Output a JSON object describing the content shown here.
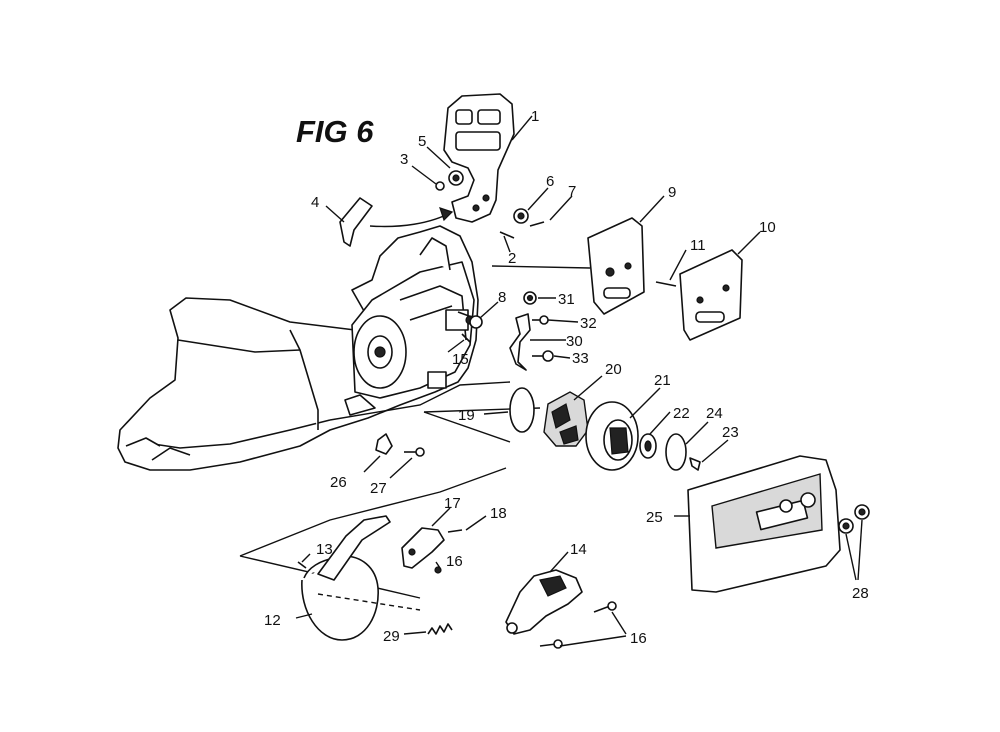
{
  "figure": {
    "title": "FIG 6"
  },
  "callouts": [
    {
      "id": "c1",
      "label": "1"
    },
    {
      "id": "c2",
      "label": "2"
    },
    {
      "id": "c3",
      "label": "3"
    },
    {
      "id": "c4",
      "label": "4"
    },
    {
      "id": "c5",
      "label": "5"
    },
    {
      "id": "c6",
      "label": "6"
    },
    {
      "id": "c7",
      "label": "7"
    },
    {
      "id": "c8",
      "label": "8"
    },
    {
      "id": "c9",
      "label": "9"
    },
    {
      "id": "c10",
      "label": "10"
    },
    {
      "id": "c11",
      "label": "11"
    },
    {
      "id": "c12",
      "label": "12"
    },
    {
      "id": "c13",
      "label": "13"
    },
    {
      "id": "c14",
      "label": "14"
    },
    {
      "id": "c15",
      "label": "15"
    },
    {
      "id": "c16a",
      "label": "16"
    },
    {
      "id": "c16b",
      "label": "16"
    },
    {
      "id": "c17",
      "label": "17"
    },
    {
      "id": "c18",
      "label": "18"
    },
    {
      "id": "c19",
      "label": "19"
    },
    {
      "id": "c20",
      "label": "20"
    },
    {
      "id": "c21",
      "label": "21"
    },
    {
      "id": "c22",
      "label": "22"
    },
    {
      "id": "c23",
      "label": "23"
    },
    {
      "id": "c24",
      "label": "24"
    },
    {
      "id": "c25",
      "label": "25"
    },
    {
      "id": "c26",
      "label": "26"
    },
    {
      "id": "c27",
      "label": "27"
    },
    {
      "id": "c28",
      "label": "28"
    },
    {
      "id": "c29",
      "label": "29"
    },
    {
      "id": "c30",
      "label": "30"
    },
    {
      "id": "c31",
      "label": "31"
    },
    {
      "id": "c32",
      "label": "32"
    },
    {
      "id": "c33",
      "label": "33"
    }
  ],
  "colors": {
    "line": "#111111",
    "background": "#ffffff"
  }
}
